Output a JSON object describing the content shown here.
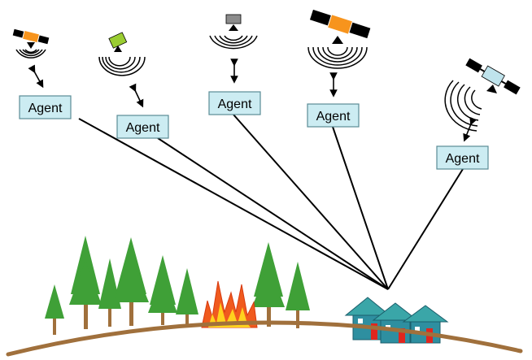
{
  "agents": [
    {
      "label": "Agent",
      "satellite_color": "#F7941D"
    },
    {
      "label": "Agent",
      "satellite_color": "#9ACD32"
    },
    {
      "label": "Agent",
      "satellite_color": "#8C8C8C"
    },
    {
      "label": "Agent",
      "satellite_color": "#F7941D"
    },
    {
      "label": "Agent",
      "satellite_color": "#BFE3EC"
    }
  ],
  "colors": {
    "agent_box_fill": "#CCECF2",
    "agent_box_stroke": "#5A8C96",
    "tree": "#3FA037",
    "trunk": "#A0703C",
    "ground": "#A0703C",
    "fire": "#F05A1E",
    "fire_inner": "#FFD21E",
    "house_roof": "#3AA6A8",
    "house_body": "#2E8FA0",
    "house_door": "#E0261E"
  },
  "icons": [
    "satellite-icon",
    "signal-waves-icon",
    "bidirectional-arrow-icon",
    "tree-icon",
    "fire-icon",
    "house-icon"
  ]
}
